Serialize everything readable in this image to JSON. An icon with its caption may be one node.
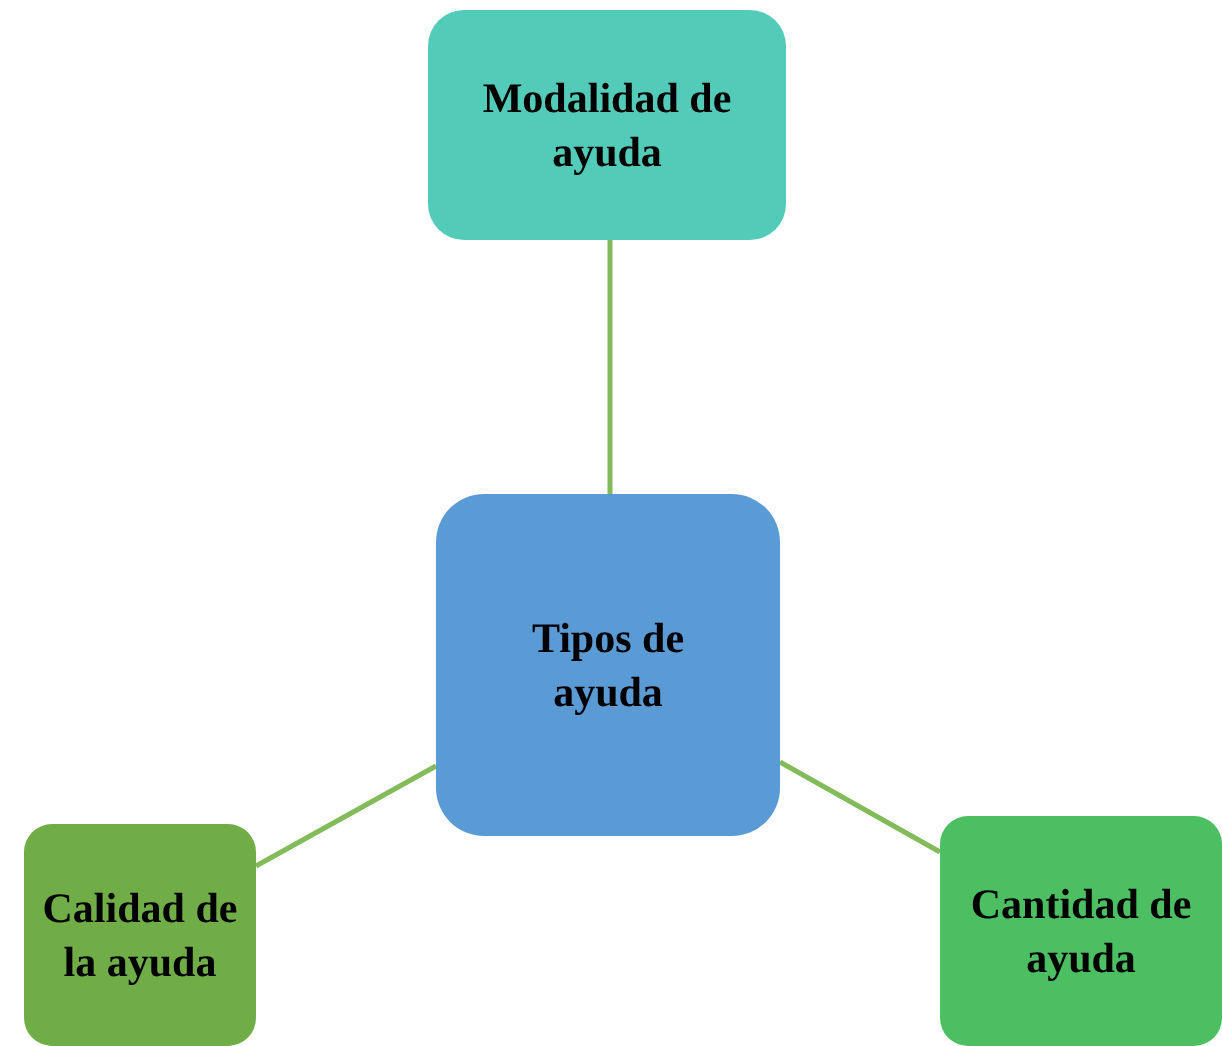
{
  "diagram": {
    "nodes": [
      {
        "text": [
          "Tipos de ayuda"
        ]
      },
      {
        "text": [
          "Modalidad de ayuda"
        ]
      },
      {
        "text": [
          "Calidad de la ayuda"
        ]
      },
      {
        "text": [
          "Cantidad de ayuda"
        ]
      }
    ],
    "edges": [
      {
        "from": 0,
        "to": 1,
        "arrow": "none"
      },
      {
        "from": 0,
        "to": 2,
        "arrow": "none"
      },
      {
        "from": 0,
        "to": 3,
        "arrow": "none"
      }
    ]
  }
}
